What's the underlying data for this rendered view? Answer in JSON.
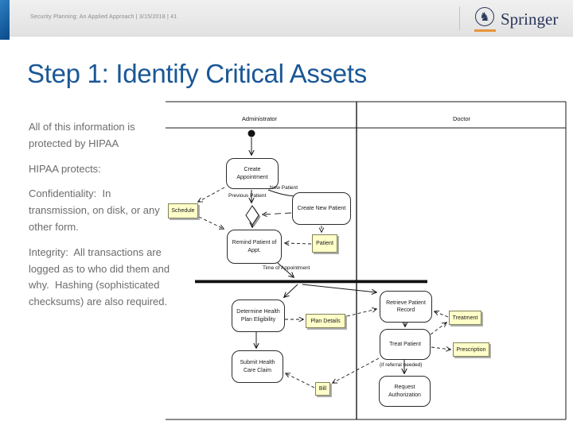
{
  "header": {
    "breadcrumb": "Security Planning: An Applied Approach | 3/15/2018 | 41",
    "logo": {
      "brand": "Springer",
      "emblem_glyph": "♞",
      "accent_orange": "#E8943A",
      "navy": "#28365A"
    }
  },
  "title": "Step 1: Identify Critical Assets",
  "body": {
    "paragraphs": [
      "All of this information is protected by HIPAA",
      "HIPAA protects:",
      "Confidentiality:  In transmission, on disk, or any other form.",
      "Integrity:  All transactions are logged as to who did them and why.  Hashing (sophisticated checksums) are also required."
    ]
  },
  "diagram": {
    "type": "uml-activity-diagram",
    "lanes": [
      {
        "label": "Administrator"
      },
      {
        "label": "Doctor"
      }
    ],
    "activities": [
      {
        "id": "create-appointment",
        "label": "Create Appointment"
      },
      {
        "id": "create-new-patient",
        "label": "Create New Patient"
      },
      {
        "id": "remind-patient",
        "label": "Remind Patient of Appt."
      },
      {
        "id": "determine-eligibility",
        "label": "Determine Health Plan Eligibility"
      },
      {
        "id": "submit-claim",
        "label": "Submit Health Care Claim"
      },
      {
        "id": "retrieve-record",
        "label": "Retrieve Patient Record"
      },
      {
        "id": "treat-patient",
        "label": "Treat Patient"
      },
      {
        "id": "request-authorization",
        "label": "Request Authorization"
      }
    ],
    "notes": [
      {
        "id": "schedule",
        "label": "Schedule"
      },
      {
        "id": "patient",
        "label": "Patient"
      },
      {
        "id": "plan-details",
        "label": "Plan Details"
      },
      {
        "id": "bill",
        "label": "Bill"
      },
      {
        "id": "treatment",
        "label": "Treatment"
      },
      {
        "id": "prescription",
        "label": "Prescription"
      }
    ],
    "edge_labels": {
      "new_patient": "New Patient",
      "previous_patient": "Previous Patient",
      "time_of_appointment": "Time of Appointment",
      "if_referral": "(if referral needed)"
    },
    "colors": {
      "note_fill": "#FFFFC9",
      "title_blue": "#1A5796",
      "line": "#1a1a1a"
    }
  }
}
